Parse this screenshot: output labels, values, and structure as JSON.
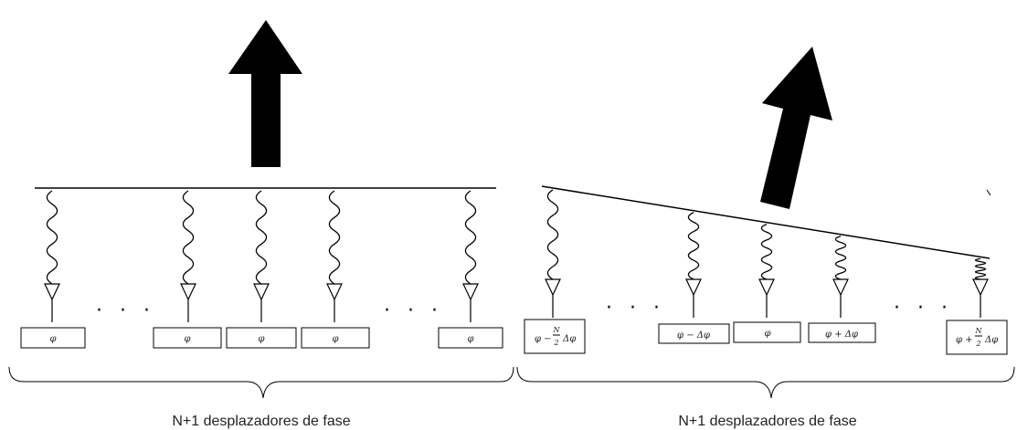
{
  "left_array": {
    "caption": "N+1 desplazadores de fase",
    "phase_labels": [
      "φ",
      "φ",
      "φ",
      "φ",
      "φ"
    ],
    "ellipsis": "· · ·"
  },
  "right_array": {
    "caption": "N+1 desplazadores de fase",
    "phase_labels": {
      "first": {
        "a": "φ −",
        "frac_num": "N",
        "frac_den": "2",
        "b": "Δφ"
      },
      "second": "φ − Δφ",
      "center": "φ",
      "fourth": "φ + Δφ",
      "last": {
        "a": "φ +",
        "frac_num": "N",
        "frac_den": "2",
        "b": "Δφ"
      }
    },
    "ellipsis": "· · ·"
  }
}
